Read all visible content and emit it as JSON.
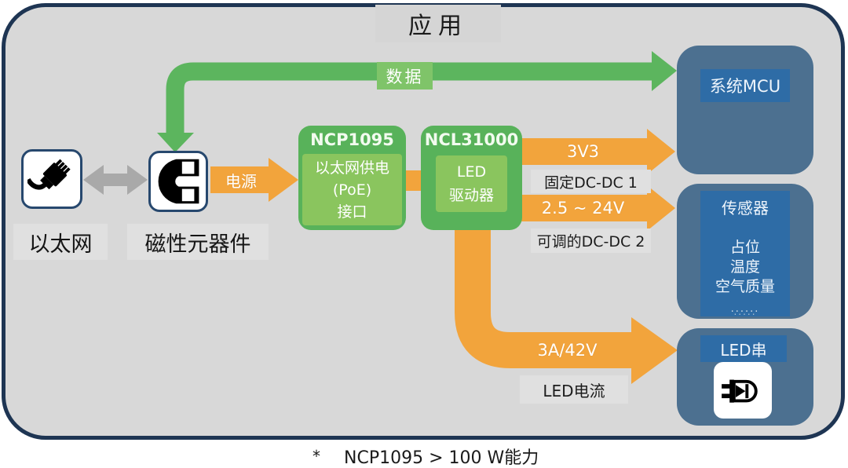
{
  "title": "应用",
  "colors": {
    "background": "#ffffff",
    "panel_gray": "#d8d8d8",
    "navy": "#1e3553",
    "green": "#5cb55e",
    "green_light": "#7fc469",
    "block_green": "#58b25a",
    "block_green_light": "#8ac55e",
    "orange": "#f2a43c",
    "steel_blue": "#4c7090",
    "inner_blue": "#2e6ca6",
    "label_gray": "#e0e0e0",
    "arrow_gray": "#a9a9a9",
    "icon_border": "#27486e"
  },
  "left": {
    "ethernet_label": "以太网",
    "magnetics_label": "磁性元器件"
  },
  "blocks": {
    "ncp1095": {
      "title": "NCP1095",
      "lines": [
        "以太网供电",
        "(PoE)",
        "接口"
      ]
    },
    "ncl31000": {
      "title": "NCL31000",
      "lines": [
        "LED",
        "驱动器"
      ]
    },
    "mcu": {
      "label": "系统MCU"
    },
    "sensors": {
      "label": "传感器",
      "items": [
        "占位",
        "温度",
        "空气质量"
      ],
      "dots": "......",
      "more": "....."
    },
    "led_string": {
      "label": "LED串"
    }
  },
  "arrows": {
    "data": {
      "label": "数据"
    },
    "power": {
      "label": "电源"
    },
    "dc1": {
      "label": "3V3",
      "caption": "固定DC-DC 1"
    },
    "dc2": {
      "label": "2.5 ~ 24V",
      "caption": "可调的DC-DC 2"
    },
    "led": {
      "label": "3A/42V",
      "caption": "LED电流"
    }
  },
  "footnote": {
    "marker": "*",
    "text": "NCP1095 > 100 W能力"
  }
}
